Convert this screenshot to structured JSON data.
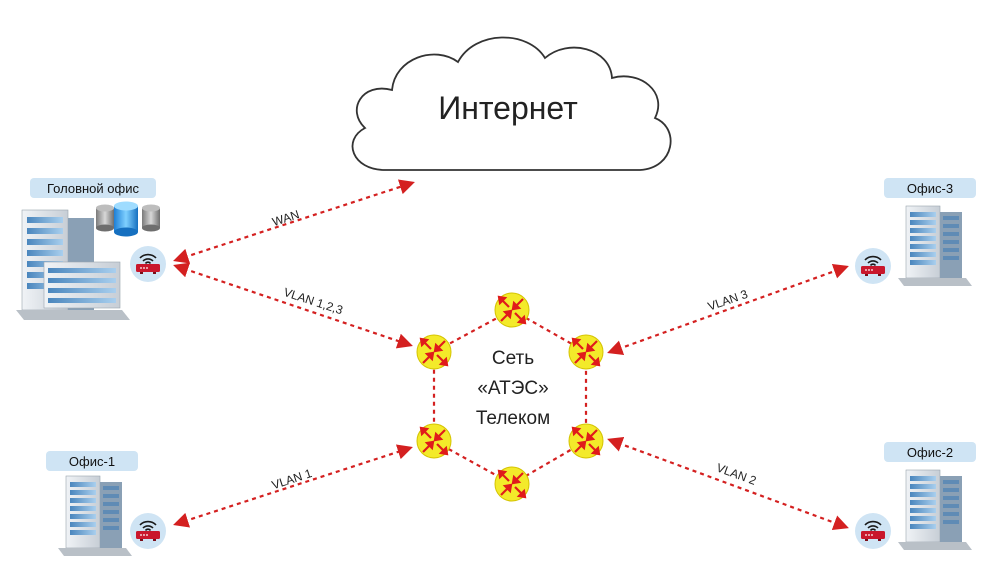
{
  "cloud": {
    "label": "Интернет"
  },
  "center": {
    "lines": [
      "Сеть",
      "«АТЭС»",
      "Телеком"
    ]
  },
  "offices": {
    "head": {
      "label": "Головной офис"
    },
    "office1": {
      "label": "Офис-1"
    },
    "office2": {
      "label": "Офис-2"
    },
    "office3": {
      "label": "Офис-3"
    }
  },
  "links": {
    "wan": "WAN",
    "vlan123": "VLAN 1,2,3",
    "vlan1": "VLAN 1",
    "vlan2": "VLAN 2",
    "vlan3": "VLAN 3"
  },
  "colors": {
    "link": "#d42020",
    "router_fill": "#f3ea2a",
    "router_arrow": "#e01b1b",
    "label_bg": "#cfe4f4",
    "modem_circle": "#cfe4f4"
  }
}
